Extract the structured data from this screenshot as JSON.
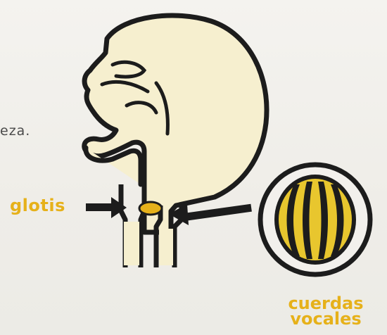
{
  "fragment_text": "eza.",
  "labels": {
    "glotis": "glotis",
    "cuerdas_line1": "cuerdas",
    "cuerdas_line2": "vocales"
  },
  "colors": {
    "outline": "#1c1c1c",
    "head_fill": "#f6efcf",
    "accent_yellow": "#e6b11a",
    "vocal_fold_yellow": "#e8c62e",
    "label_yellow": "#e6b11a"
  },
  "icons": [
    "arrow-right-icon",
    "arrow-left-icon"
  ]
}
